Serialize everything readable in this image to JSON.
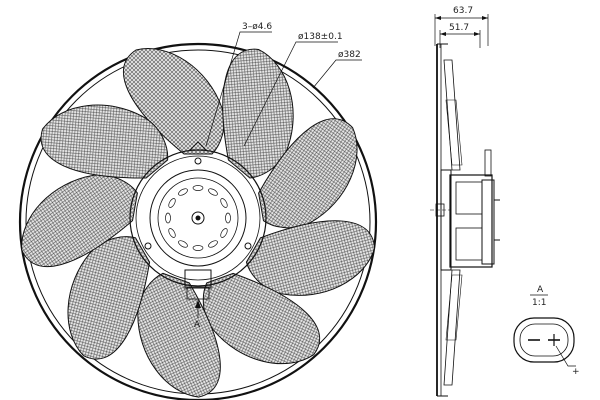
{
  "front_view": {
    "callouts": {
      "holes": "3–ø4.6",
      "mount_circle": "ø138±0.1",
      "outer_diameter": "ø382"
    },
    "section_marker": "A",
    "blade_count": 9
  },
  "side_view": {
    "dims": {
      "overall_depth": "63.7",
      "blade_depth": "51.7"
    }
  },
  "connector_detail": {
    "title": "A",
    "scale": "1:1",
    "polarity_minus": "−",
    "polarity_plus": "+"
  }
}
